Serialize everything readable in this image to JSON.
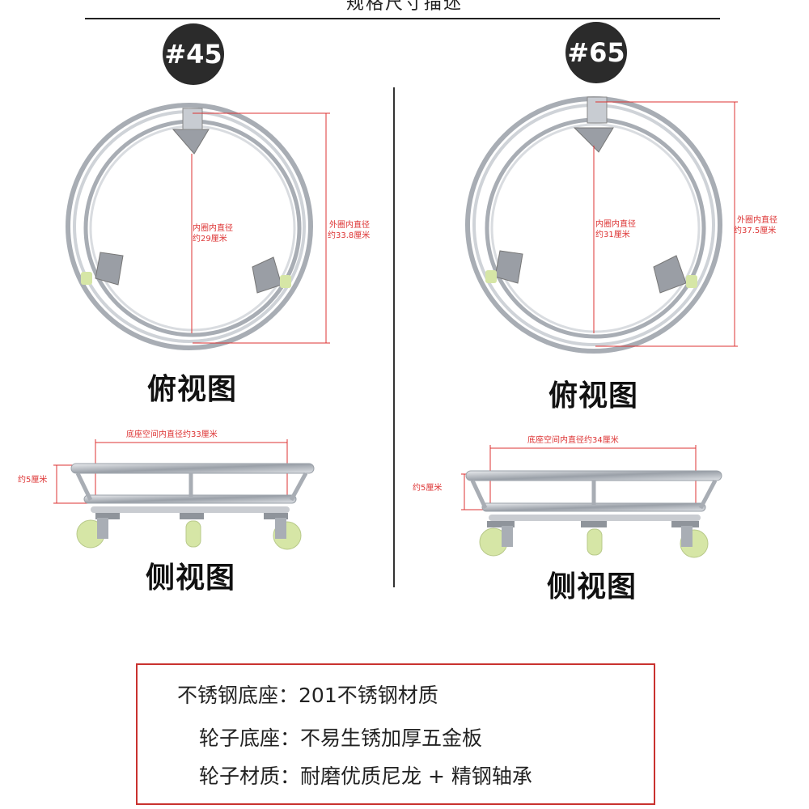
{
  "header": {
    "title": "规格尺寸描述"
  },
  "products": [
    {
      "badge": "#45",
      "top_view": {
        "label": "俯视图",
        "inner_name": "内圈内直径",
        "inner_value": "约29厘米",
        "outer_name": "外圈内直径",
        "outer_value": "约33.8厘米"
      },
      "side_view": {
        "label": "侧视图",
        "width_text": "底座空间内直径约33厘米",
        "height_text": "约5厘米"
      }
    },
    {
      "badge": "#65",
      "top_view": {
        "label": "俯视图",
        "inner_name": "内圈内直径",
        "inner_value": "约31厘米",
        "outer_name": "外圈内直径",
        "outer_value": "约37.5厘米"
      },
      "side_view": {
        "label": "侧视图",
        "width_text": "底座空间内直径约34厘米",
        "height_text": "约5厘米"
      }
    }
  ],
  "specs": [
    {
      "key": "不锈钢底座：",
      "value": "201不锈钢材质"
    },
    {
      "key": "轮子底座：",
      "value": "不易生锈加厚五金板"
    },
    {
      "key": "轮子材质：",
      "value": "耐磨优质尼龙 + 精钢轴承"
    }
  ],
  "colors": {
    "dimension_line": "#dd3333",
    "steel": "#b8bcc2",
    "wheel": "#d6e6a6",
    "badge_bg": "#2b2b2b",
    "spec_border": "#c9322f"
  }
}
